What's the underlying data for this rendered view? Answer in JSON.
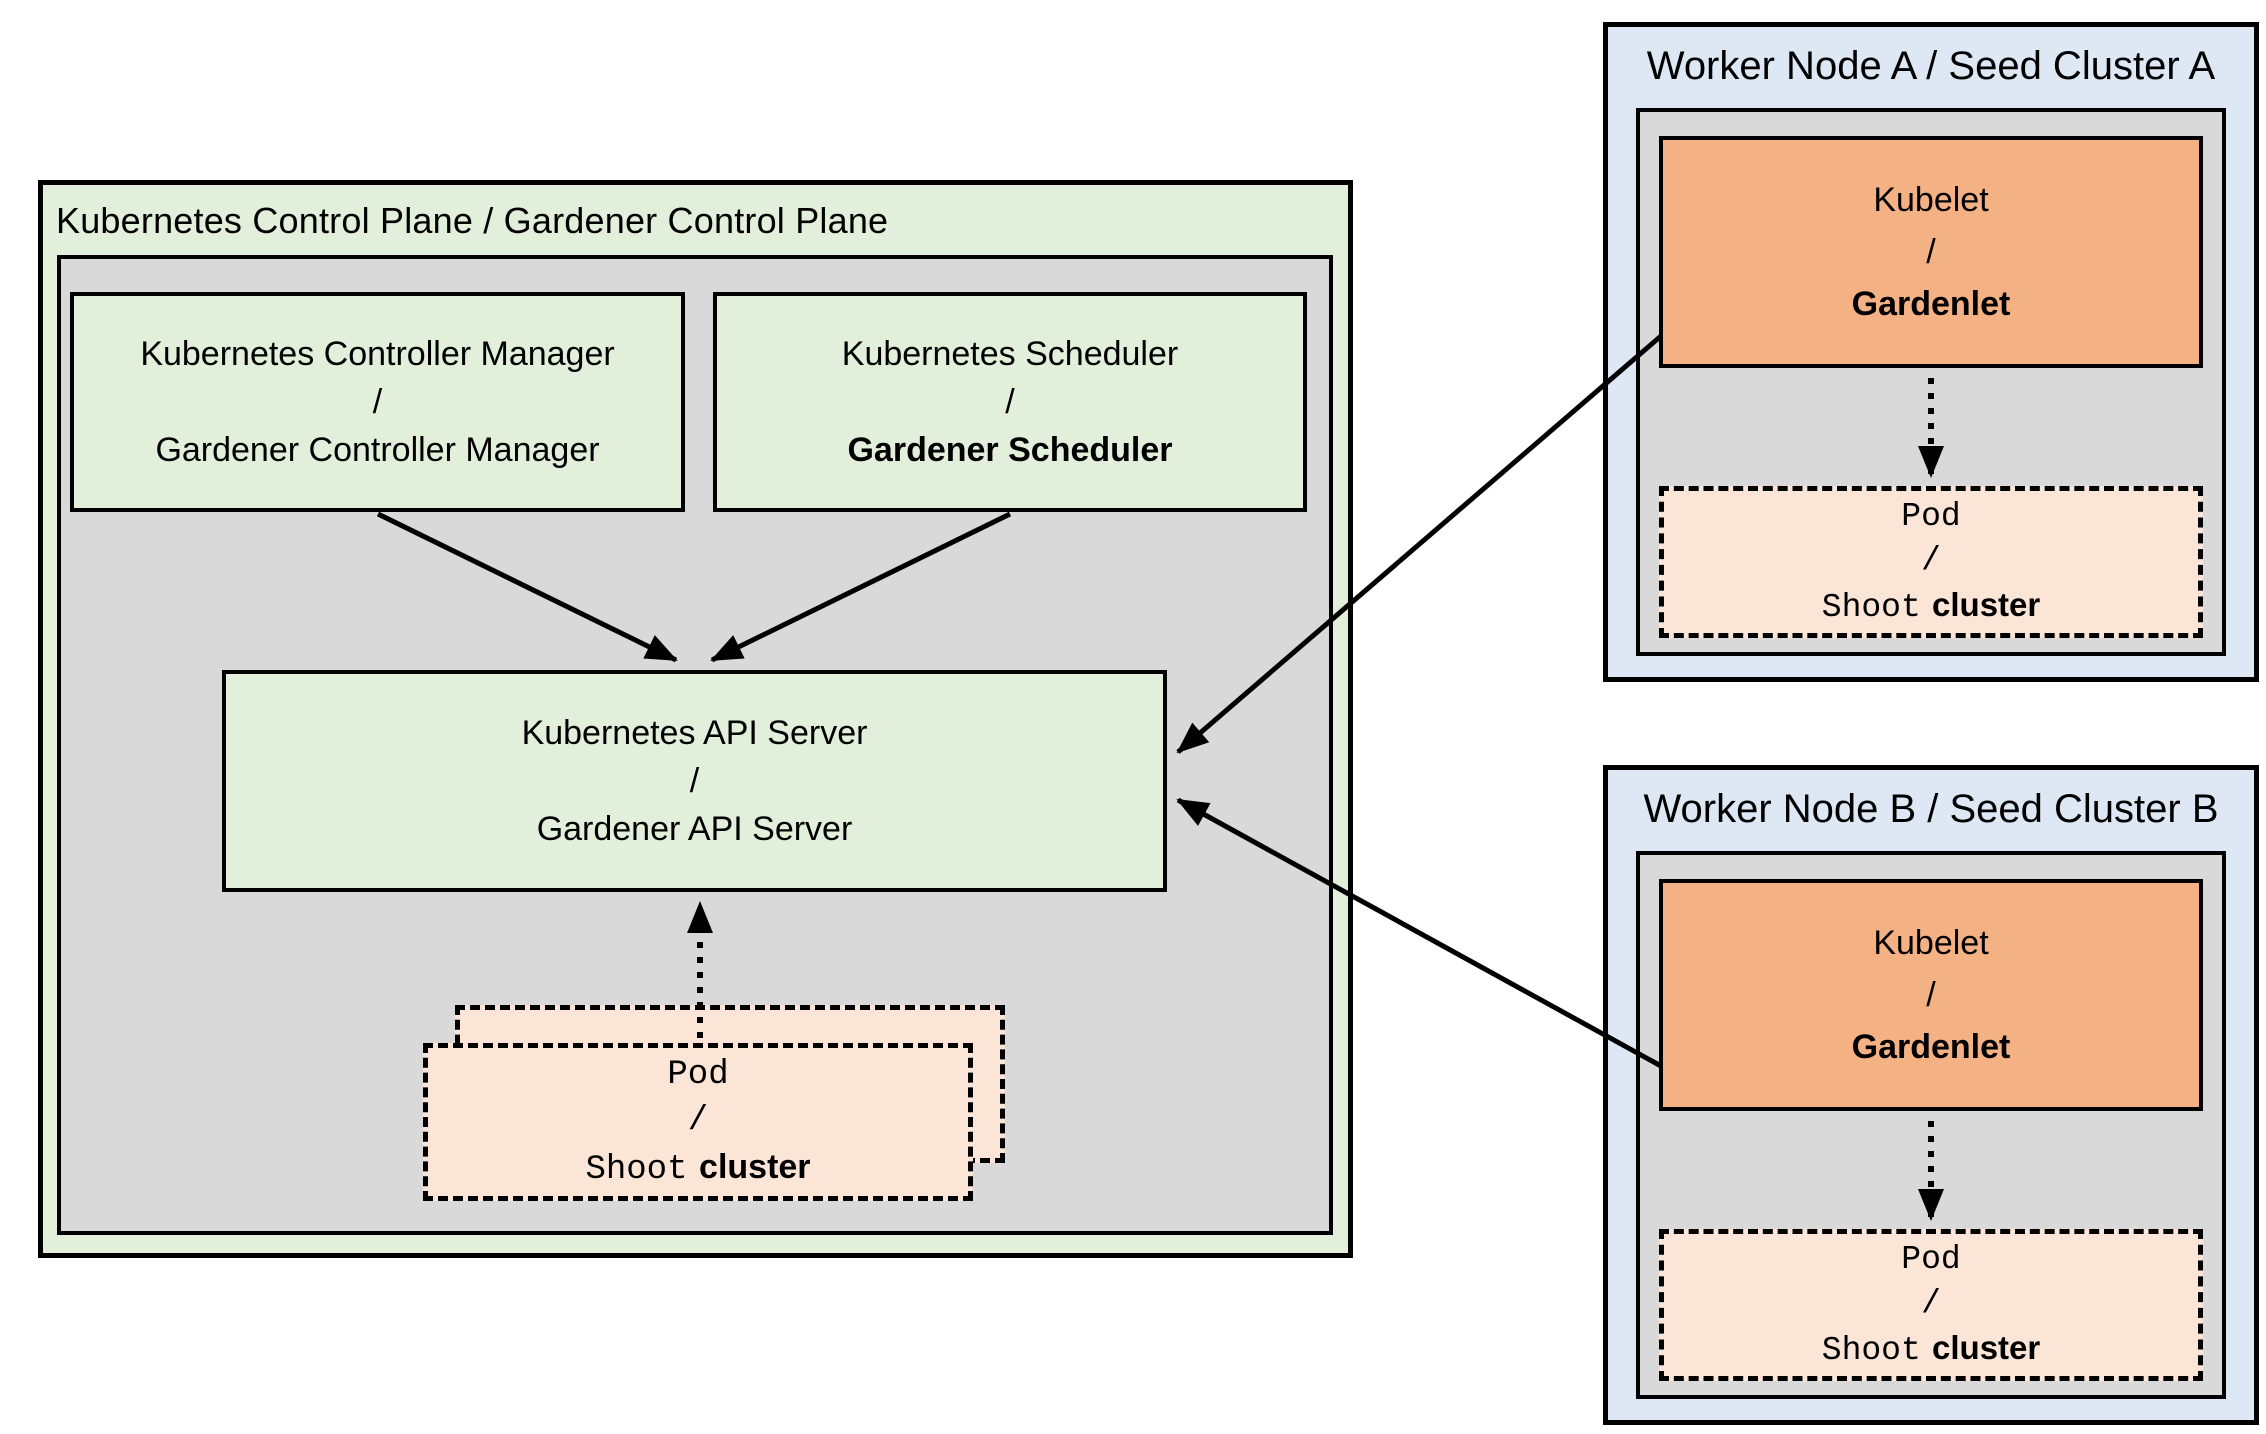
{
  "colors": {
    "canvas_bg": "#ffffff",
    "green_fill": "#e2efda",
    "gray_fill": "#d9d9d9",
    "blue_fill": "#dee8f4",
    "orange_fill": "#f4b183",
    "peach_fill": "#fbe5d6",
    "border_color": "#000000"
  },
  "control_plane": {
    "title": "Kubernetes Control Plane / Gardener Control Plane",
    "controller_manager": {
      "line1": "Kubernetes Controller Manager",
      "separator": "/",
      "line2": "Gardener Controller Manager"
    },
    "scheduler": {
      "line1": "Kubernetes Scheduler",
      "separator": "/",
      "line2": "Gardener Scheduler"
    },
    "api_server": {
      "line1": "Kubernetes API Server",
      "separator": "/",
      "line2": "Gardener API Server"
    },
    "pod_stack": {
      "line1": "Pod",
      "separator": "/",
      "line2_code": "Shoot",
      "line2_text": "cluster"
    }
  },
  "worker_nodes": [
    {
      "title": "Worker Node A / Seed Cluster A",
      "kubelet": {
        "line1": "Kubelet",
        "separator": "/",
        "line2": "Gardenlet"
      },
      "pod": {
        "line1": "Pod",
        "separator": "/",
        "line2_code": "Shoot",
        "line2_text": "cluster"
      }
    },
    {
      "title": "Worker Node B / Seed Cluster B",
      "kubelet": {
        "line1": "Kubelet",
        "separator": "/",
        "line2": "Gardenlet"
      },
      "pod": {
        "line1": "Pod",
        "separator": "/",
        "line2_code": "Shoot",
        "line2_text": "cluster"
      }
    }
  ]
}
